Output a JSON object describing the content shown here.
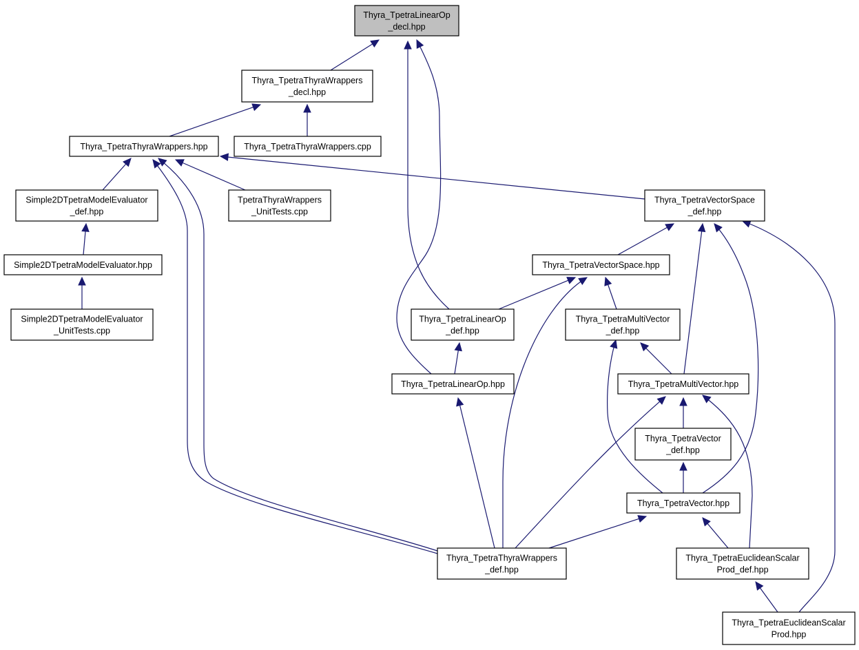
{
  "graph": {
    "colors": {
      "edge": "#191970",
      "root_fill": "#bfbfbf",
      "node_fill": "#ffffff",
      "border": "#000000"
    },
    "nodes": [
      {
        "id": "linop_decl",
        "lines": [
          "Thyra_TpetraLinearOp",
          "_decl.hpp"
        ],
        "root": true
      },
      {
        "id": "wrappers_decl",
        "lines": [
          "Thyra_TpetraThyraWrappers",
          "_decl.hpp"
        ]
      },
      {
        "id": "wrappers_hpp",
        "lines": [
          "Thyra_TpetraThyraWrappers.hpp"
        ]
      },
      {
        "id": "wrappers_cpp",
        "lines": [
          "Thyra_TpetraThyraWrappers.cpp"
        ]
      },
      {
        "id": "simple2d_def",
        "lines": [
          "Simple2DTpetraModelEvaluator",
          "_def.hpp"
        ]
      },
      {
        "id": "wrappers_unittests",
        "lines": [
          "TpetraThyraWrappers",
          "_UnitTests.cpp"
        ]
      },
      {
        "id": "vectorspace_def",
        "lines": [
          "Thyra_TpetraVectorSpace",
          "_def.hpp"
        ]
      },
      {
        "id": "simple2d_hpp",
        "lines": [
          "Simple2DTpetraModelEvaluator.hpp"
        ]
      },
      {
        "id": "simple2d_unittests",
        "lines": [
          "Simple2DTpetraModelEvaluator",
          "_UnitTests.cpp"
        ]
      },
      {
        "id": "vectorspace_hpp",
        "lines": [
          "Thyra_TpetraVectorSpace.hpp"
        ]
      },
      {
        "id": "linop_def",
        "lines": [
          "Thyra_TpetraLinearOp",
          "_def.hpp"
        ]
      },
      {
        "id": "multivector_def",
        "lines": [
          "Thyra_TpetraMultiVector",
          "_def.hpp"
        ]
      },
      {
        "id": "linop_hpp",
        "lines": [
          "Thyra_TpetraLinearOp.hpp"
        ]
      },
      {
        "id": "multivector_hpp",
        "lines": [
          "Thyra_TpetraMultiVector.hpp"
        ]
      },
      {
        "id": "vector_def",
        "lines": [
          "Thyra_TpetraVector",
          "_def.hpp"
        ]
      },
      {
        "id": "vector_hpp",
        "lines": [
          "Thyra_TpetraVector.hpp"
        ]
      },
      {
        "id": "wrappers_def",
        "lines": [
          "Thyra_TpetraThyraWrappers",
          "_def.hpp"
        ]
      },
      {
        "id": "euclid_def",
        "lines": [
          "Thyra_TpetraEuclideanScalar",
          "Prod_def.hpp"
        ]
      },
      {
        "id": "euclid_hpp",
        "lines": [
          "Thyra_TpetraEuclideanScalar",
          "Prod.hpp"
        ]
      }
    ],
    "edges": [
      {
        "from": "wrappers_decl",
        "to": "linop_decl"
      },
      {
        "from": "linop_def",
        "to": "linop_decl"
      },
      {
        "from": "linop_hpp",
        "to": "linop_decl"
      },
      {
        "from": "wrappers_hpp",
        "to": "wrappers_decl"
      },
      {
        "from": "wrappers_cpp",
        "to": "wrappers_decl"
      },
      {
        "from": "simple2d_def",
        "to": "wrappers_hpp"
      },
      {
        "from": "wrappers_unittests",
        "to": "wrappers_hpp"
      },
      {
        "from": "vectorspace_def",
        "to": "wrappers_hpp"
      },
      {
        "from": "wrappers_def",
        "to": "wrappers_hpp"
      },
      {
        "from": "wrappers_def",
        "to": "wrappers_hpp",
        "second": true
      },
      {
        "from": "simple2d_hpp",
        "to": "simple2d_def"
      },
      {
        "from": "simple2d_unittests",
        "to": "simple2d_hpp"
      },
      {
        "from": "vectorspace_hpp",
        "to": "vectorspace_def"
      },
      {
        "from": "multivector_hpp",
        "to": "vectorspace_def"
      },
      {
        "from": "vector_hpp",
        "to": "vectorspace_def"
      },
      {
        "from": "euclid_hpp",
        "to": "vectorspace_def"
      },
      {
        "from": "linop_def",
        "to": "vectorspace_hpp"
      },
      {
        "from": "multivector_def",
        "to": "vectorspace_hpp"
      },
      {
        "from": "wrappers_def",
        "to": "vectorspace_hpp"
      },
      {
        "from": "linop_hpp",
        "to": "linop_def"
      },
      {
        "from": "multivector_hpp",
        "to": "multivector_def"
      },
      {
        "from": "vector_hpp",
        "to": "multivector_def"
      },
      {
        "from": "wrappers_def",
        "to": "linop_hpp"
      },
      {
        "from": "vector_def",
        "to": "multivector_hpp"
      },
      {
        "from": "wrappers_def",
        "to": "multivector_hpp"
      },
      {
        "from": "euclid_def",
        "to": "multivector_hpp"
      },
      {
        "from": "vector_hpp",
        "to": "vector_def"
      },
      {
        "from": "wrappers_def",
        "to": "vector_hpp"
      },
      {
        "from": "euclid_def",
        "to": "vector_hpp"
      },
      {
        "from": "euclid_hpp",
        "to": "euclid_def"
      }
    ]
  }
}
